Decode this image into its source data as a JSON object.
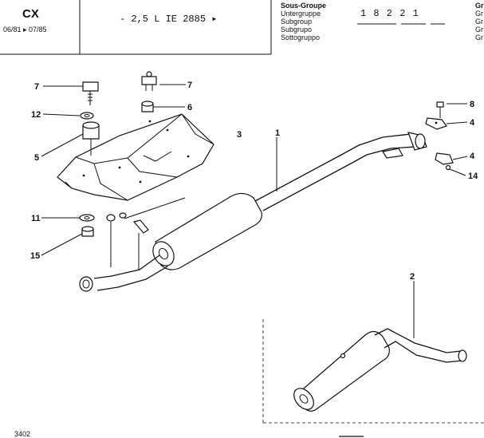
{
  "header": {
    "model": "CX",
    "dates": "06/81 ▸ 07/85",
    "engine": "- 2,5 L IE 2885 ▸",
    "group_labels": [
      "Sous-Groupe",
      "Untergruppe",
      "Subgroup",
      "Subgrupo",
      "Sottogruppo"
    ],
    "subgroup_code": "1 8 2  2 1",
    "right_edge_labels": [
      "Gr",
      "Gr",
      "Gr",
      "Gr",
      "Gr"
    ]
  },
  "parts": [
    {
      "number": "1"
    },
    {
      "number": "2"
    },
    {
      "number": "3"
    },
    {
      "number": "4"
    },
    {
      "number": "4"
    },
    {
      "number": "5"
    },
    {
      "number": "6"
    },
    {
      "number": "7"
    },
    {
      "number": "7"
    },
    {
      "number": "8"
    },
    {
      "number": "11"
    },
    {
      "number": "12"
    },
    {
      "number": "14"
    },
    {
      "number": "15"
    }
  ],
  "footer": {
    "page_ref": "3402"
  }
}
